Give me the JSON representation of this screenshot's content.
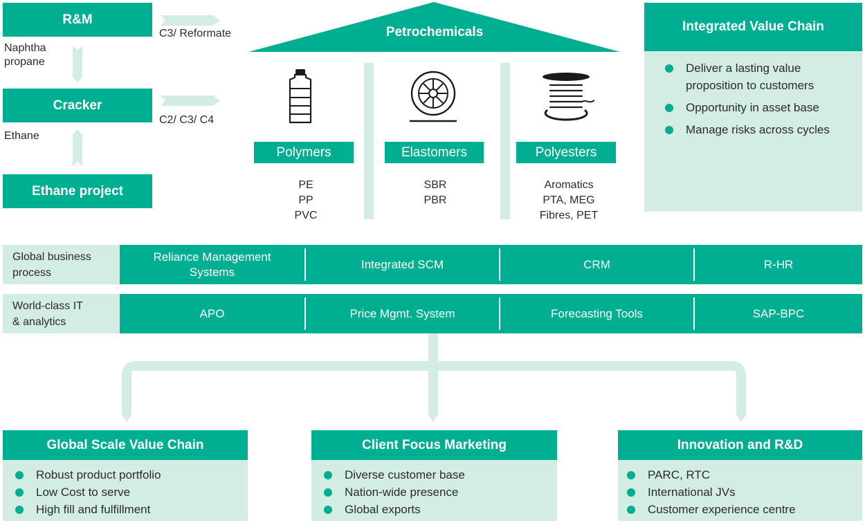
{
  "feedstock": {
    "rm": {
      "title": "R&M"
    },
    "cracker": {
      "title": "Cracker"
    },
    "ethane_project": {
      "title": "Ethane project"
    },
    "naphtha_label_1": "Naphtha",
    "naphtha_label_2": "propane",
    "ethane_label": "Ethane",
    "rm_output": "C3/ Reformate",
    "cracker_output": "C2/ C3/ C4"
  },
  "petrochemicals": {
    "title": "Petrochemicals",
    "categories": [
      {
        "name": "Polymers",
        "icon": "bottle-icon",
        "products": [
          "PE",
          "PP",
          "PVC"
        ]
      },
      {
        "name": "Elastomers",
        "icon": "tyre-icon",
        "products": [
          "SBR",
          "PBR"
        ]
      },
      {
        "name": "Polyesters",
        "icon": "spool-icon",
        "products": [
          "Aromatics",
          "PTA, MEG",
          "Fibres, PET"
        ]
      }
    ]
  },
  "integrated_value_chain": {
    "title": "Integrated Value Chain",
    "bullets": [
      "Deliver a lasting value proposition to customers",
      "Opportunity in asset base",
      "Manage risks across cycles"
    ]
  },
  "rows": [
    {
      "label": "Global business process",
      "label_lines": [
        "Global business",
        "process"
      ],
      "cells": [
        "Reliance Management Systems",
        "Integrated SCM",
        "CRM",
        "R-HR"
      ]
    },
    {
      "label": "World-class IT & analytics",
      "label_lines": [
        "World-class IT",
        "& analytics"
      ],
      "cells": [
        "APO",
        "Price Mgmt. System",
        "Forecasting Tools",
        "SAP-BPC"
      ]
    }
  ],
  "pillars": [
    {
      "title": "Global Scale Value Chain",
      "bullets": [
        "Robust product portfolio",
        "Low Cost to serve",
        "High fill and fulfillment"
      ]
    },
    {
      "title": "Client Focus Marketing",
      "bullets": [
        "Diverse customer base",
        "Nation-wide presence",
        "Global exports"
      ]
    },
    {
      "title": "Innovation and R&D",
      "bullets": [
        "PARC, RTC",
        "International JVs",
        "Customer experience centre"
      ]
    }
  ],
  "colors": {
    "primary": "#00ae91",
    "light": "#d3ece4",
    "text": "#2b2b2b"
  }
}
